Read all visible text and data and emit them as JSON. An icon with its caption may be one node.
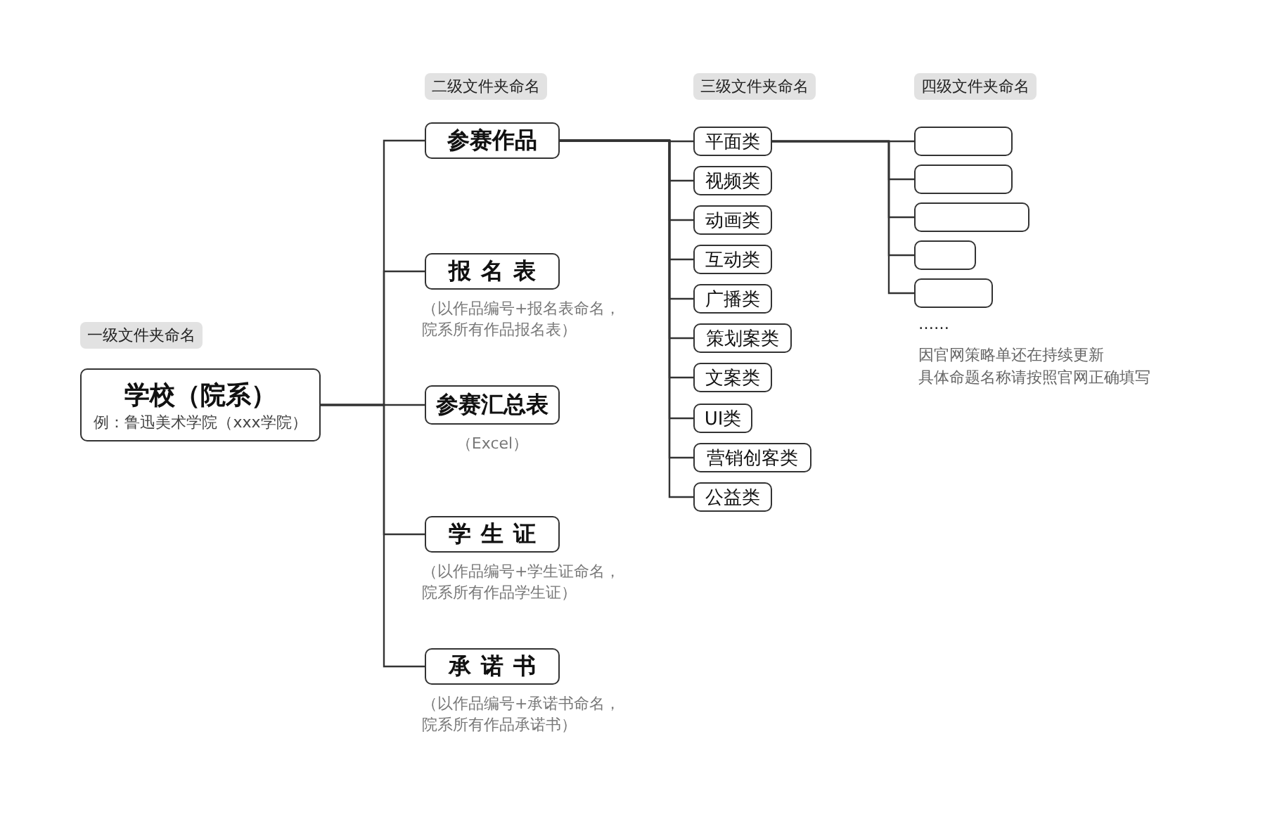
{
  "diagram": {
    "nodes": [
      {
        "text": [
          "学校（院系）",
          "例：鲁迅美术学院（xxx学院）"
        ]
      },
      {
        "text": [
          "参赛作品"
        ]
      },
      {
        "text": [
          "报名表"
        ],
        "beside": [
          "（以作品编号+报名表命名，院系所有作品报名表）"
        ]
      },
      {
        "text": [
          "参赛汇总表"
        ],
        "beside": [
          "（Excel）"
        ]
      },
      {
        "text": [
          "学生证"
        ],
        "beside": [
          "（以作品编号+学生证命名，院系所有作品学生证）"
        ]
      },
      {
        "text": [
          "承诺书"
        ],
        "beside": [
          "（以作品编号+承诺书命名，院系所有作品承诺书）"
        ]
      },
      {
        "text": [
          "平面类"
        ]
      },
      {
        "text": [
          "视频类"
        ]
      },
      {
        "text": [
          "动画类"
        ]
      },
      {
        "text": [
          "互动类"
        ]
      },
      {
        "text": [
          "广播类"
        ]
      },
      {
        "text": [
          "策划案类"
        ]
      },
      {
        "text": [
          "文案类"
        ]
      },
      {
        "text": [
          "UI类"
        ]
      },
      {
        "text": [
          "营销创客类"
        ]
      },
      {
        "text": [
          "公益类"
        ]
      },
      {
        "text": [],
        "shape": "box"
      },
      {
        "text": [],
        "shape": "box"
      },
      {
        "text": [],
        "shape": "box"
      },
      {
        "text": [],
        "shape": "box"
      },
      {
        "text": [],
        "shape": "box"
      }
    ],
    "edges": [
      {
        "from": 0,
        "to": 1,
        "arrow": "none"
      },
      {
        "from": 0,
        "to": 2,
        "arrow": "none"
      },
      {
        "from": 0,
        "to": 3,
        "arrow": "none"
      },
      {
        "from": 0,
        "to": 4,
        "arrow": "none"
      },
      {
        "from": 0,
        "to": 5,
        "arrow": "none"
      },
      {
        "from": 1,
        "to": 6,
        "arrow": "none"
      },
      {
        "from": 1,
        "to": 7,
        "arrow": "none"
      },
      {
        "from": 1,
        "to": 8,
        "arrow": "none"
      },
      {
        "from": 1,
        "to": 9,
        "arrow": "none"
      },
      {
        "from": 1,
        "to": 10,
        "arrow": "none"
      },
      {
        "from": 1,
        "to": 11,
        "arrow": "none"
      },
      {
        "from": 1,
        "to": 12,
        "arrow": "none"
      },
      {
        "from": 1,
        "to": 13,
        "arrow": "none"
      },
      {
        "from": 1,
        "to": 14,
        "arrow": "none"
      },
      {
        "from": 1,
        "to": 15,
        "arrow": "none"
      },
      {
        "from": 6,
        "to": 16,
        "arrow": "none"
      },
      {
        "from": 6,
        "to": 17,
        "arrow": "none"
      },
      {
        "from": 6,
        "to": 18,
        "arrow": "none"
      },
      {
        "from": 6,
        "to": 19,
        "arrow": "none"
      },
      {
        "from": 6,
        "to": 20,
        "arrow": "none"
      }
    ],
    "labels": [
      "一级文件夹命名",
      "二级文件夹命名",
      "三级文件夹命名",
      "四级文件夹命名",
      "……",
      "因官网策略单还在持续更新",
      "具体命题名称请按照官网正确填写"
    ]
  }
}
